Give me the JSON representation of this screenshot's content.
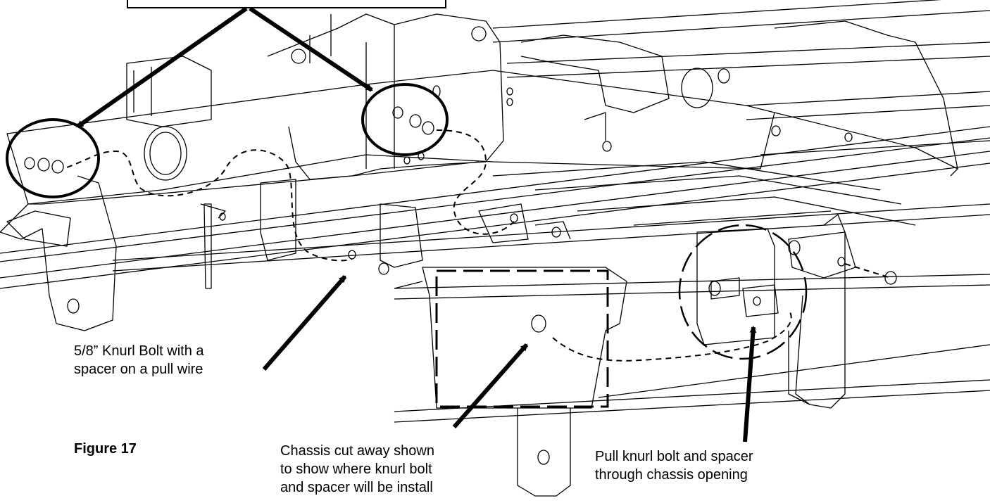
{
  "figure_label": "Figure 17",
  "callouts": {
    "knurl_bolt": [
      "5/8” Knurl Bolt with a",
      "spacer on a pull wire"
    ],
    "cutaway": [
      "Chassis cut away shown",
      "to show where knurl bolt",
      "and spacer will be install"
    ],
    "pull_through": [
      "Pull knurl bolt and spacer",
      "through chassis opening"
    ]
  },
  "colors": {
    "line": "#000000",
    "background": "#ffffff"
  }
}
